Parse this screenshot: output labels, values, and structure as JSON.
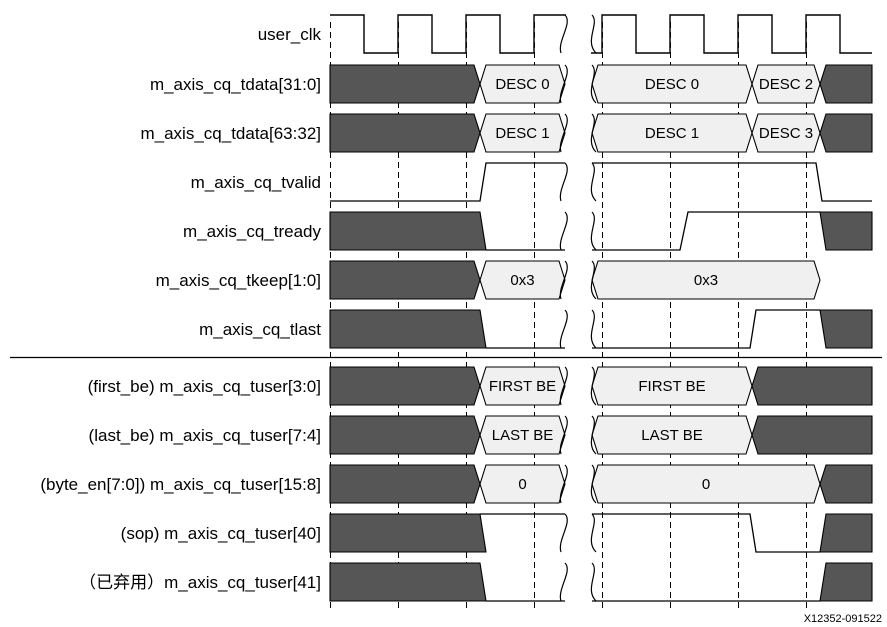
{
  "colors": {
    "dark": "#565656",
    "light": "#f0f0f0",
    "line": "#000000",
    "grid": "#000000"
  },
  "signals": [
    {
      "label": "user_clk",
      "kind": "clock"
    },
    {
      "label": "m_axis_cq_tdata[31:0]",
      "kind": "bus",
      "segments": [
        {
          "style": "dark"
        },
        {
          "style": "light",
          "text": "DESC 0"
        },
        {
          "style": "light",
          "text": "DESC 0"
        },
        {
          "style": "light",
          "text": "DESC  2"
        },
        {
          "style": "dark"
        }
      ]
    },
    {
      "label": "m_axis_cq_tdata[63:32]",
      "kind": "bus",
      "segments": [
        {
          "style": "dark"
        },
        {
          "style": "light",
          "text": "DESC 1"
        },
        {
          "style": "light",
          "text": "DESC 1"
        },
        {
          "style": "light",
          "text": "DESC  3"
        },
        {
          "style": "dark"
        }
      ]
    },
    {
      "label": "m_axis_cq_tvalid",
      "kind": "level",
      "levels": [
        "low",
        "high",
        "high",
        "low"
      ]
    },
    {
      "label": "m_axis_cq_tready",
      "kind": "mixed",
      "segments": [
        {
          "style": "dark"
        },
        {
          "style": "low"
        },
        {
          "style": "high"
        },
        {
          "style": "dark"
        }
      ]
    },
    {
      "label": "m_axis_cq_tkeep[1:0]",
      "kind": "bus",
      "segments": [
        {
          "style": "dark"
        },
        {
          "style": "light",
          "text": "0x3"
        },
        {
          "style": "light",
          "text": "0x3"
        }
      ]
    },
    {
      "label": "m_axis_cq_tlast",
      "kind": "mixed",
      "segments": [
        {
          "style": "dark"
        },
        {
          "style": "low"
        },
        {
          "style": "high"
        },
        {
          "style": "dark"
        }
      ]
    },
    {
      "label": "(first_be) m_axis_cq_tuser[3:0]",
      "kind": "bus",
      "segments": [
        {
          "style": "dark"
        },
        {
          "style": "light",
          "text": "FIRST BE"
        },
        {
          "style": "light",
          "text": "FIRST BE"
        },
        {
          "style": "dark"
        }
      ]
    },
    {
      "label": "(last_be) m_axis_cq_tuser[7:4]",
      "kind": "bus",
      "segments": [
        {
          "style": "dark"
        },
        {
          "style": "light",
          "text": "LAST BE"
        },
        {
          "style": "light",
          "text": "LAST BE"
        },
        {
          "style": "dark"
        }
      ]
    },
    {
      "label": "(byte_en[7:0]) m_axis_cq_tuser[15:8]",
      "kind": "bus",
      "segments": [
        {
          "style": "dark"
        },
        {
          "style": "light",
          "text": "0"
        },
        {
          "style": "light",
          "text": "0"
        },
        {
          "style": "dark"
        }
      ]
    },
    {
      "label": "(sop) m_axis_cq_tuser[40]",
      "kind": "mixed",
      "segments": [
        {
          "style": "dark"
        },
        {
          "style": "high"
        },
        {
          "style": "low"
        },
        {
          "style": "dark"
        }
      ]
    },
    {
      "label": "（已弃用）m_axis_cq_tuser[41]",
      "kind": "mixed",
      "segments": [
        {
          "style": "dark"
        },
        {
          "style": "low"
        },
        {
          "style": "dark"
        }
      ]
    }
  ],
  "figure_id": "X12352-091522"
}
